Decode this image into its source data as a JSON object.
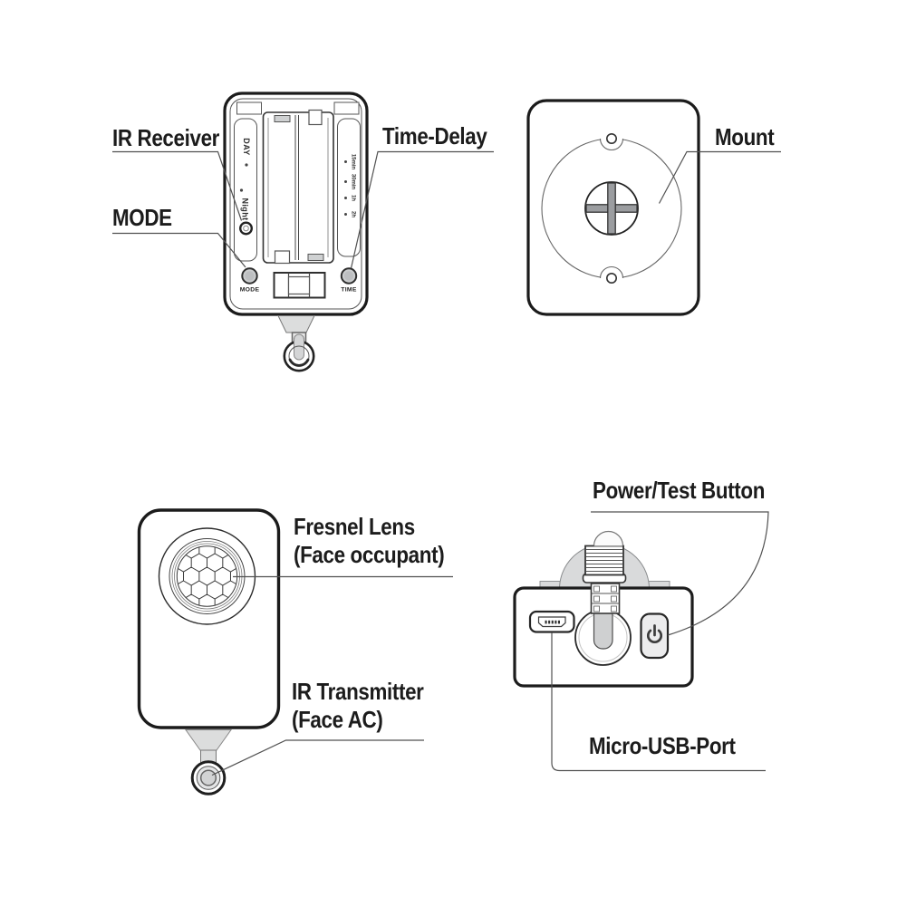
{
  "figure": "occupancy-sensor-parts-diagram",
  "colors": {
    "ink": "#1c1c1c",
    "thin_line": "#555555",
    "leader": "#58595b",
    "fill_gray": "#d9dadb",
    "mid_gray": "#9b9da0",
    "knob_gray": "#cbcdce"
  },
  "back_view": {
    "day": "DAY",
    "night": "Night",
    "mode_knob": "MODE",
    "time_knob": "TIME",
    "delays": [
      "15min",
      "30min",
      "1h",
      "2h"
    ]
  },
  "callouts": {
    "ir_receiver": "IR Receiver",
    "mode": "MODE",
    "time_delay": "Time-Delay",
    "mount": "Mount",
    "fresnel_1": "Fresnel Lens",
    "fresnel_2": "(Face occupant)",
    "ir_tx_1": "IR Transmitter",
    "ir_tx_2": "(Face AC)",
    "power": "Power/Test Button",
    "usb": "Micro-USB-Port"
  }
}
